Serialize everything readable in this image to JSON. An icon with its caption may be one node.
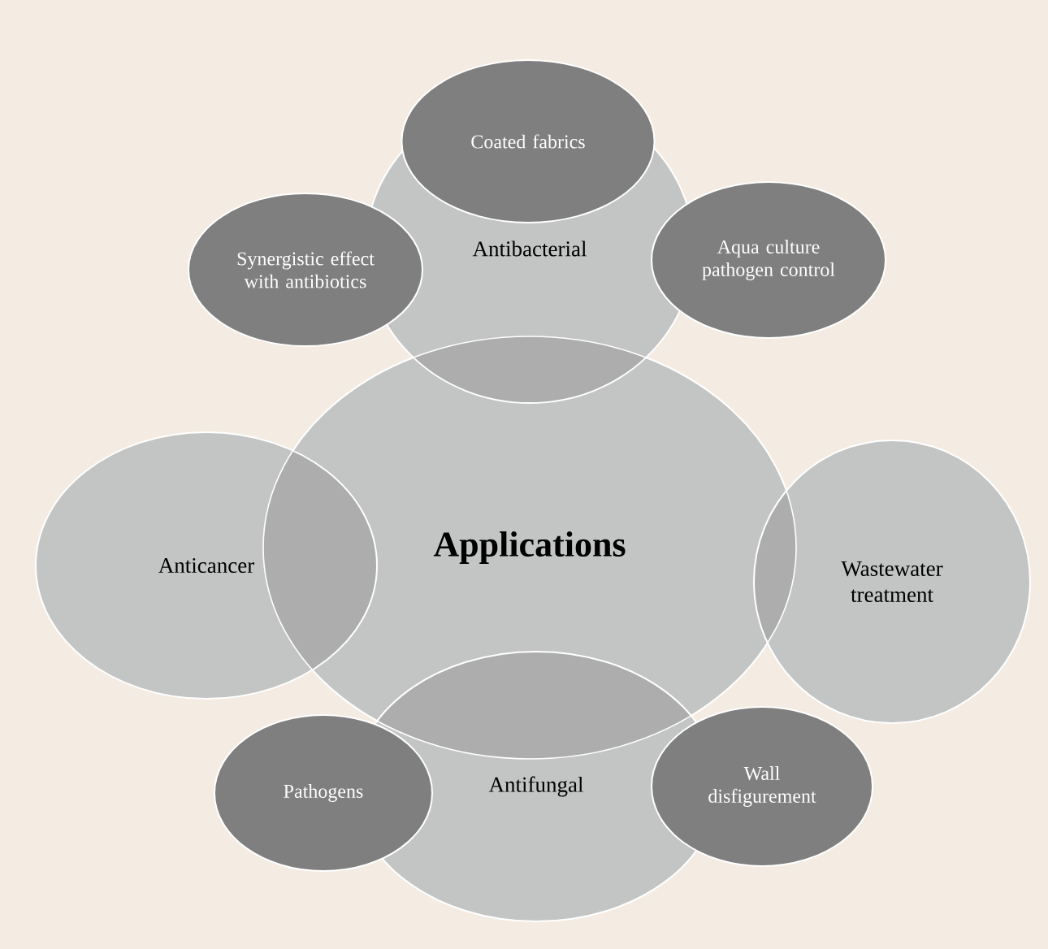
{
  "diagram": {
    "nodes": [
      {
        "text": [
          "Coated fabrics"
        ]
      },
      {
        "text": [
          "Synergistic effect with antibiotics"
        ]
      },
      {
        "text": [
          "Antibacterial"
        ]
      },
      {
        "text": [
          "Aqua culture pathogen control"
        ]
      },
      {
        "text": [
          "Anticancer"
        ]
      },
      {
        "text": [
          "Applications"
        ]
      },
      {
        "text": [
          "Wastewater treatment"
        ]
      },
      {
        "text": [
          "Pathogens"
        ]
      },
      {
        "text": [
          "Antifungal"
        ]
      },
      {
        "text": [
          "Wall disfigurement"
        ]
      }
    ]
  }
}
